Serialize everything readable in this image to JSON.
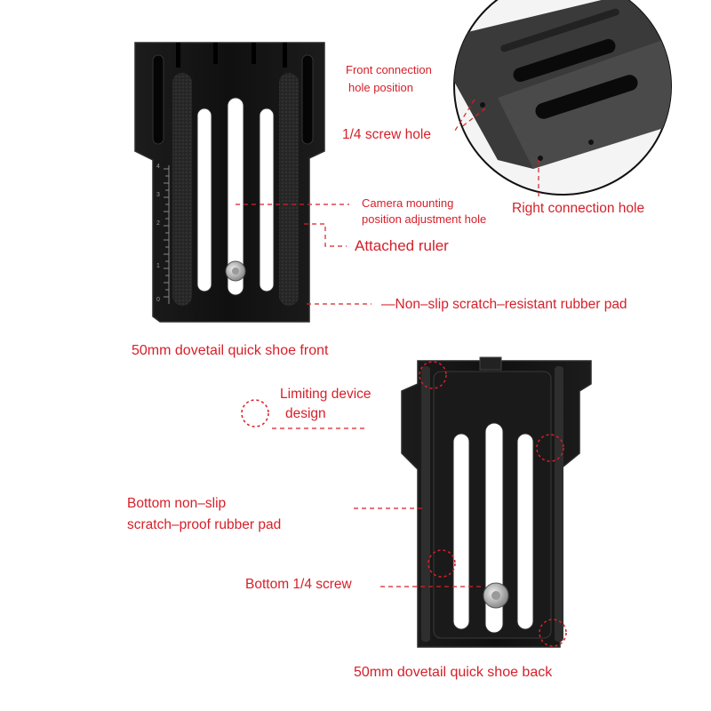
{
  "colors": {
    "label_red": "#d6202a",
    "plate_black": "#141414",
    "plate_edge": "#2b2b2b",
    "rubber_pad": "#2a2a2a",
    "screw_silver": "#c8c8c8",
    "background": "#ffffff"
  },
  "front_view": {
    "caption": "50mm dovetail quick shoe front",
    "labels": {
      "front_connection_hole_line1": "Front connection",
      "front_connection_hole_line2": "hole position",
      "screw_hole": "1/4 screw hole",
      "right_connection_hole": "Right connection hole",
      "camera_mount_line1": "Camera mounting",
      "camera_mount_line2": "position adjustment hole",
      "attached_ruler": "Attached ruler",
      "rubber_pad": "—Non–slip scratch–resistant rubber pad"
    },
    "ruler_ticks": [
      "4",
      "3",
      "2",
      "1",
      "0"
    ]
  },
  "back_view": {
    "caption": "50mm dovetail quick shoe back",
    "labels": {
      "limiting_device_line1": "Limiting device",
      "limiting_device_line2": "design",
      "bottom_pad_line1": "Bottom non–slip",
      "bottom_pad_line2": "scratch–proof rubber pad",
      "bottom_screw": "Bottom 1/4 screw"
    }
  }
}
